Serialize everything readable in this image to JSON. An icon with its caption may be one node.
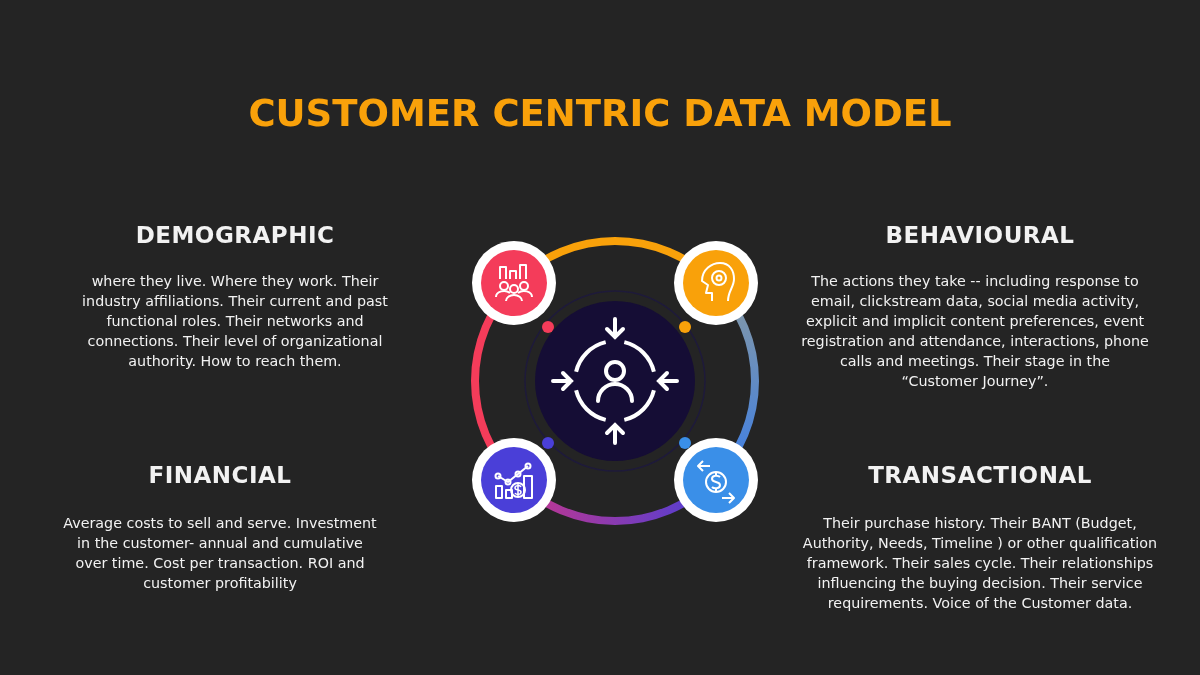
{
  "diagram": {
    "title": "CUSTOMER CENTRIC DATA MODEL",
    "labels": [
      "DEMOGRAPHIC",
      "where they live. Where they work. Their industry affiliations. Their current and past functional roles. Their networks and connections. Their level of organizational authority. How to reach them.",
      "BEHAVIOURAL",
      "The actions they take -- including response to email, clickstream data, social media activity, explicit and implicit content preferences, event registration and attendance, interactions, phone calls and meetings. Their stage in the “Customer Journey”.",
      "FINANCIAL",
      "Average costs to sell and serve. Investment in the customer- annual and cumulative over time. Cost per transaction. ROI and customer profitability",
      "TRANSACTIONAL",
      "Their purchase history. Their BANT (Budget, Authority, Needs, Timeline ) or other qualification framework. Their sales cycle. Their relationships influencing the buying decision. Their service requirements. Voice of the Customer data."
    ]
  }
}
